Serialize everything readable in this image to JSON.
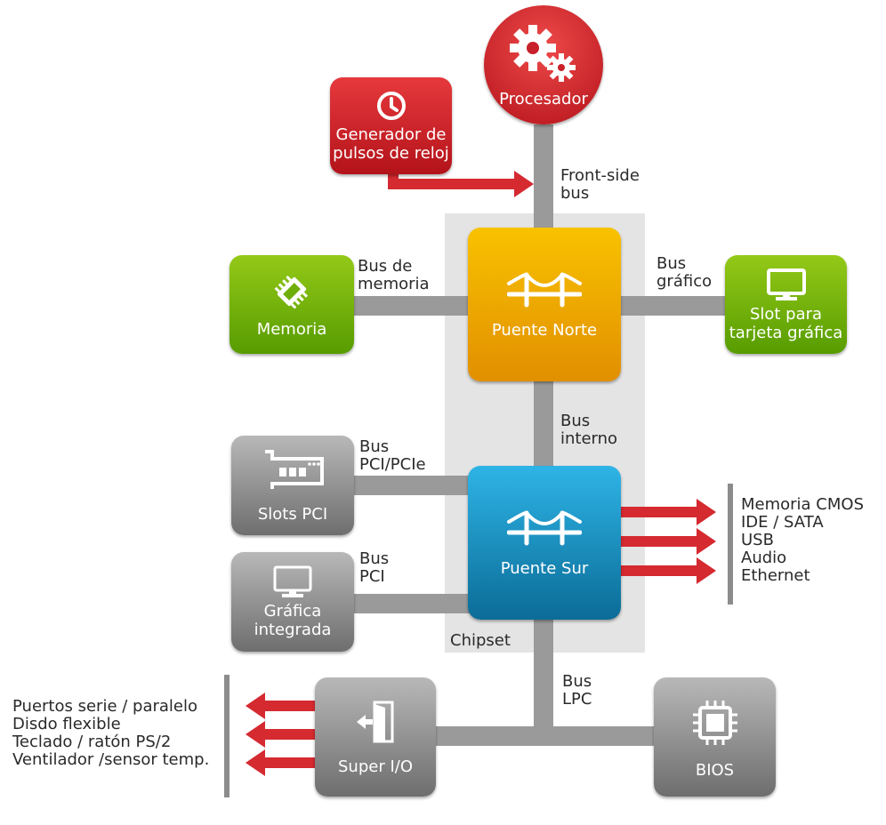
{
  "processor": {
    "label": "Procesador",
    "icon": "gears-icon"
  },
  "clock": {
    "label_line1": "Generador de",
    "label_line2": "pulsos de reloj",
    "icon": "clock-icon"
  },
  "north_bridge": {
    "label": "Puente Norte",
    "icon": "bridge-icon"
  },
  "south_bridge": {
    "label": "Puente Sur",
    "icon": "bridge-icon"
  },
  "memory": {
    "label": "Memoria",
    "icon": "memory-chip-icon"
  },
  "graphics_slot": {
    "label_line1": "Slot para",
    "label_line2": "tarjeta gráfica",
    "icon": "monitor-icon"
  },
  "pci_slots": {
    "label": "Slots PCI",
    "icon": "pci-card-icon"
  },
  "integrated_graphics": {
    "label_line1": "Gráfica",
    "label_line2": "integrada",
    "icon": "monitor-icon"
  },
  "super_io": {
    "label": "Super I/O",
    "icon": "door-exit-icon"
  },
  "bios": {
    "label": "BIOS",
    "icon": "chip-icon"
  },
  "buses": {
    "front_side": {
      "line1": "Front-side",
      "line2": "bus"
    },
    "memory": {
      "line1": "Bus de",
      "line2": "memoria"
    },
    "graphics": {
      "line1": "Bus",
      "line2": "gráfico"
    },
    "internal": {
      "line1": "Bus",
      "line2": "interno"
    },
    "pci_pcie": {
      "line1": "Bus",
      "line2": "PCI/PCIe"
    },
    "pci": {
      "line1": "Bus",
      "line2": "PCI"
    },
    "lpc": {
      "line1": "Bus",
      "line2": "LPC"
    }
  },
  "chipset_label": "Chipset",
  "south_outputs": [
    "Memoria CMOS",
    "IDE / SATA",
    "USB",
    "Audio",
    "Ethernet"
  ],
  "superio_outputs": [
    "Puertos serie / paralelo",
    "Disdo flexible",
    "Teclado / ratón PS/2",
    "Ventilador /sensor temp."
  ],
  "colors": {
    "red": "#c8202a",
    "yellow": "#f2b100",
    "blue": "#1a8fc4",
    "green": "#76b40b",
    "gray": "#8c8c8c",
    "bus": "#9a9a9a",
    "arrow": "#d42a30"
  }
}
